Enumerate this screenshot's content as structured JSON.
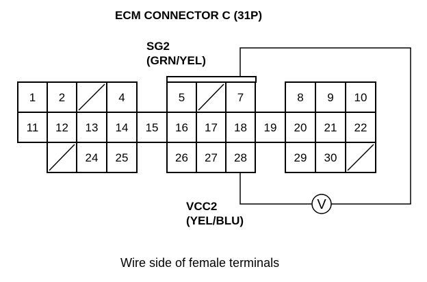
{
  "title": "ECM CONNECTOR C (31P)",
  "sg2": {
    "line1": "SG2",
    "line2": "(GRN/YEL)"
  },
  "vcc2": {
    "line1": "VCC2",
    "line2": "(YEL/BLU)"
  },
  "meter_symbol": "V",
  "caption": "Wire side of female terminals",
  "connector": {
    "block_a": {
      "row1": [
        "1",
        "2",
        "",
        "4"
      ],
      "row2": [
        "11",
        "12",
        "13",
        "14"
      ],
      "row3": [
        "",
        "",
        "24",
        "25"
      ]
    },
    "bridge_1": "15",
    "block_b": {
      "row1": [
        "5",
        "",
        "7"
      ],
      "row2": [
        "16",
        "17",
        "18"
      ],
      "row3": [
        "26",
        "27",
        "28"
      ]
    },
    "bridge_2": "19",
    "block_c": {
      "row1": [
        "8",
        "9",
        "10"
      ],
      "row2": [
        "20",
        "21",
        "22"
      ],
      "row3": [
        "29",
        "30",
        ""
      ]
    }
  }
}
